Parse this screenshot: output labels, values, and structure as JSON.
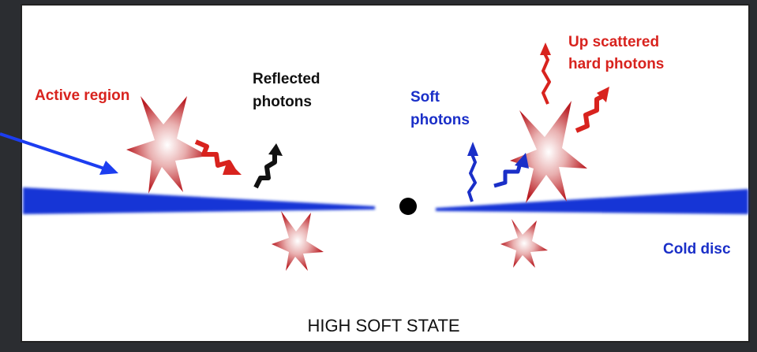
{
  "diagram": {
    "title": "HIGH SOFT STATE",
    "labels": {
      "active_region": "Active region",
      "reflected_line1": "Reflected",
      "reflected_line2": "photons",
      "soft_line1": "Soft",
      "soft_line2": "photons",
      "upscattered_line1": "Up scattered",
      "upscattered_line2": "hard photons",
      "cold_disc": "Cold disc"
    },
    "colors": {
      "background": "#2b2d31",
      "panel": "#ffffff",
      "disc": "#1836d6",
      "pointer_arrow": "#1c3df0",
      "active_red": "#d8231e",
      "flare_red": "#c0262a",
      "reflected_black": "#111111",
      "soft_blue": "#1a2fc8",
      "black_hole": "#000000"
    },
    "icons": {
      "flares": "red-star-burst",
      "black_hole": "black-dot",
      "photon": "wavy-arrow"
    }
  }
}
